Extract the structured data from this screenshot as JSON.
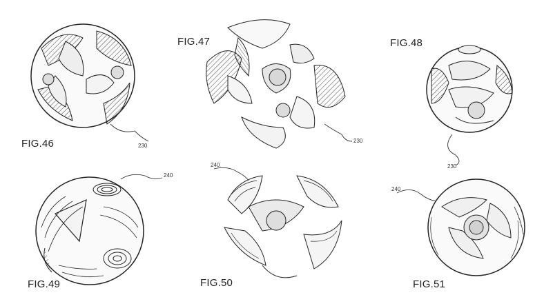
{
  "figures": [
    {
      "label": "FIG.46",
      "ref": "230"
    },
    {
      "label": "FIG.47",
      "ref": "230"
    },
    {
      "label": "FIG.48",
      "ref": "230"
    },
    {
      "label": "FIG.49",
      "ref": "240"
    },
    {
      "label": "FIG.50",
      "ref": "240"
    },
    {
      "label": "FIG.51",
      "ref": "240"
    }
  ]
}
